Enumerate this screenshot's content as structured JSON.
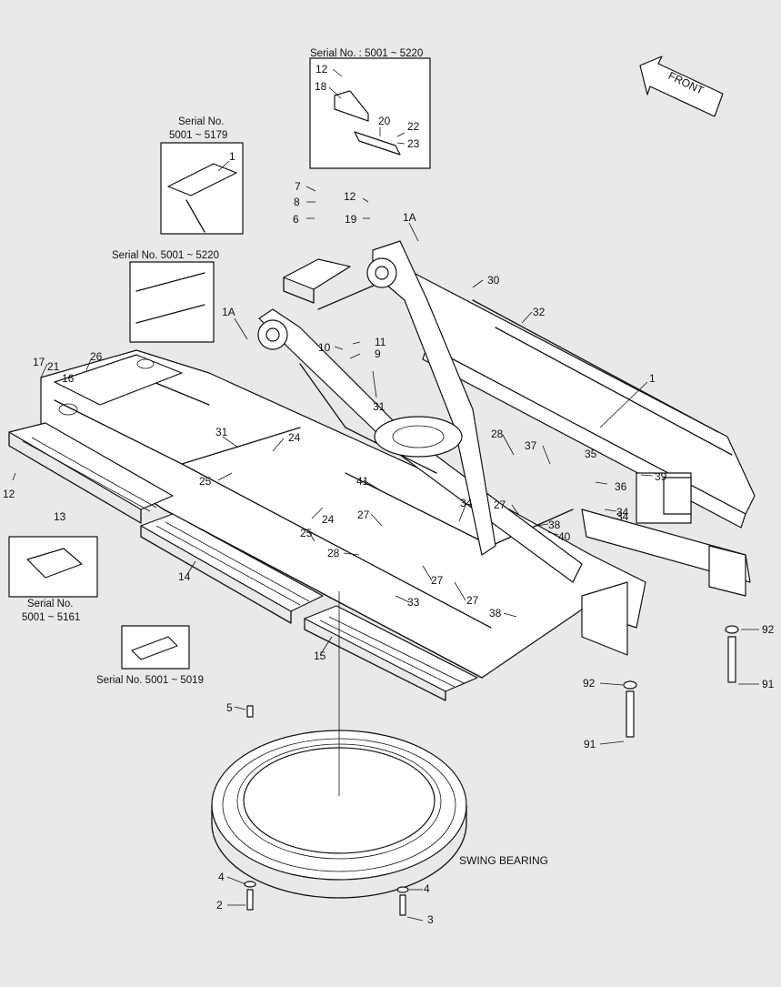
{
  "diagram": {
    "direction_arrow": "FRONT",
    "assembly_label": "SWING BEARING",
    "serial_captions": [
      "Serial No. : 5001 ~ 5220",
      "Serial No.",
      "5001 ~ 5179",
      "Serial No. 5001 ~ 5220",
      "Serial No.",
      "5001 ~ 5161",
      "Serial No. 5001 ~ 5019"
    ],
    "callouts": [
      "12",
      "18",
      "20",
      "22",
      "23",
      "1",
      "7",
      "8",
      "6",
      "12",
      "19",
      "1A",
      "30",
      "32",
      "1A",
      "10",
      "11",
      "9",
      "17",
      "21",
      "16",
      "26",
      "31",
      "1",
      "31",
      "24",
      "25",
      "28",
      "37",
      "35",
      "36",
      "39",
      "34",
      "12",
      "13",
      "41",
      "24",
      "27",
      "34",
      "27",
      "38",
      "40",
      "34",
      "25",
      "28",
      "27",
      "27",
      "33",
      "38",
      "14",
      "15",
      "92",
      "92",
      "91",
      "91",
      "5",
      "4",
      "4",
      "2",
      "3"
    ]
  },
  "colors": {
    "background": "#e9e9e9",
    "ink": "#111111",
    "paper": "#ffffff"
  }
}
